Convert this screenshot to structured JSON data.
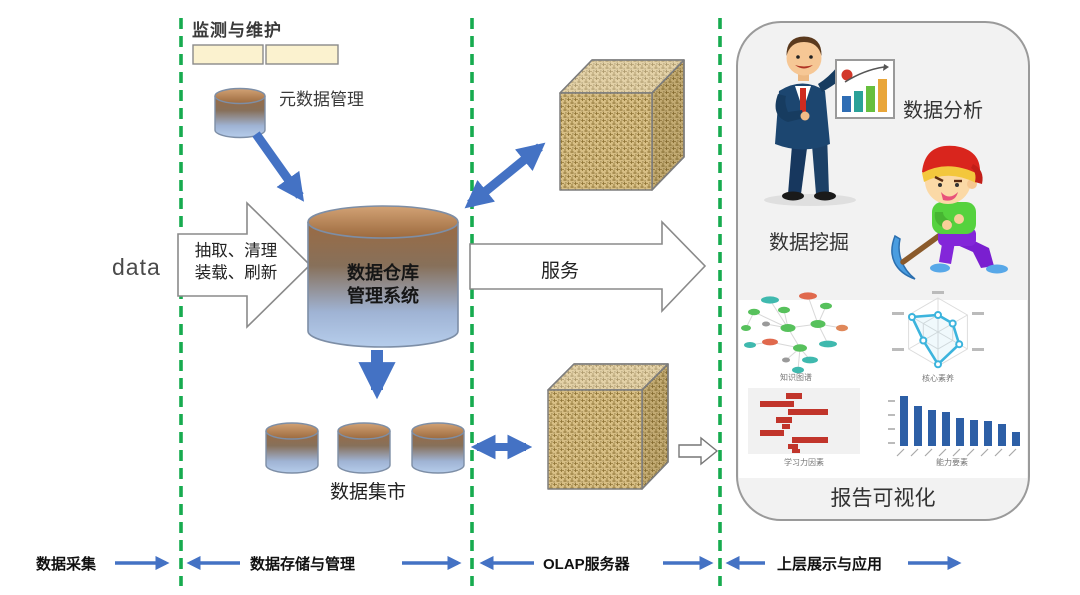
{
  "collection_section": {
    "input_label": "data"
  },
  "storage_section": {
    "monitoring_title": "监测与维护",
    "metadata_label": "元数据管理",
    "etl_line1": "抽取、清理",
    "etl_line2": "装载、刷新",
    "warehouse_line1": "数据仓库",
    "warehouse_line2": "管理系统",
    "marts_label": "数据集市"
  },
  "olap_section": {
    "service_label": "服务"
  },
  "application_panel": {
    "analysis_label": "数据分析",
    "mining_label": "数据挖掘",
    "report_label": "报告可视化",
    "thumb_labels": {
      "network": "知识图谱",
      "radar": "核心素养",
      "red_bars": "学习力因素",
      "blue_bars": "能力要素"
    }
  },
  "stages": [
    {
      "label": "数据采集"
    },
    {
      "label": "数据存储与管理"
    },
    {
      "label": "OLAP服务器"
    },
    {
      "label": "上层展示与应用"
    }
  ],
  "colors": {
    "arrow_blue": "#4472c4",
    "divider_green": "#17ab4f",
    "note_cream": "#fbf2cf",
    "cube_tan": "#d8bf85",
    "panel_gray": "#f2f2f2",
    "bar_red": "#c1352b",
    "bar_blue": "#2d5fa6",
    "radar_cyan": "#3cb4dd"
  }
}
